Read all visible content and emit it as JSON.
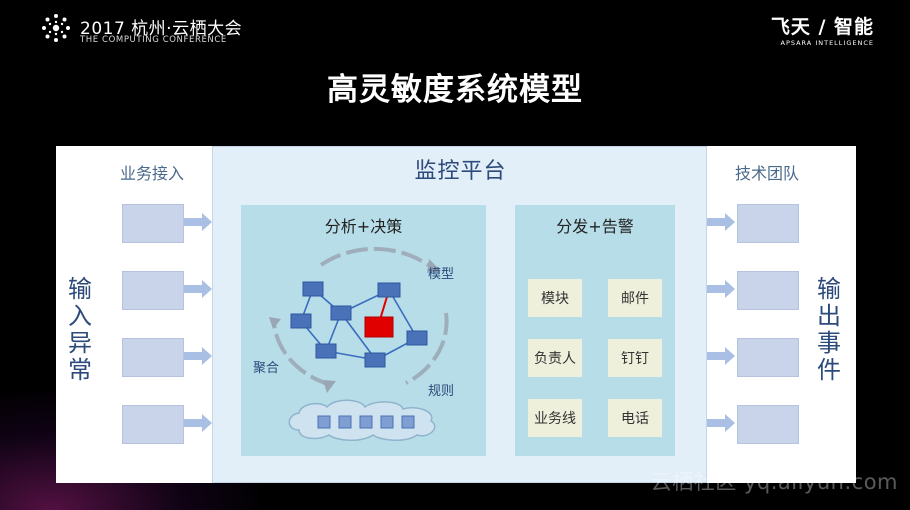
{
  "header": {
    "event_title": "2017 杭州·云栖大会",
    "event_subtitle": "THE COMPUTING CONFERENCE",
    "brand_title": "飞天 / 智能",
    "brand_subtitle": "APSARA INTELLIGENCE"
  },
  "slide": {
    "title": "高灵敏度系统模型"
  },
  "diagram": {
    "left_header": "业务接入",
    "left_vertical": [
      "输",
      "入",
      "异",
      "常"
    ],
    "right_header": "技术团队",
    "right_vertical": [
      "输",
      "出",
      "事",
      "件"
    ],
    "monitor_title": "监控平台",
    "analysis": {
      "title": "分析+决策",
      "model_label": "模型",
      "aggregate_label": "聚合",
      "rule_label": "规则"
    },
    "dispatch": {
      "title": "分发+告警",
      "cells": [
        "模块",
        "邮件",
        "负责人",
        "钉钉",
        "业务线",
        "电话"
      ]
    }
  },
  "watermark": "云栖社区 yq.aliyun.com",
  "colors": {
    "background": "#000000",
    "panel": "#ffffff",
    "monitor_bg": "#e2eef8",
    "box_bg": "#b7dde8",
    "input_square": "#c9d4ea",
    "node": "#4a72b8",
    "alert_node": "#e00000",
    "arrow": "#a9bfe3"
  }
}
